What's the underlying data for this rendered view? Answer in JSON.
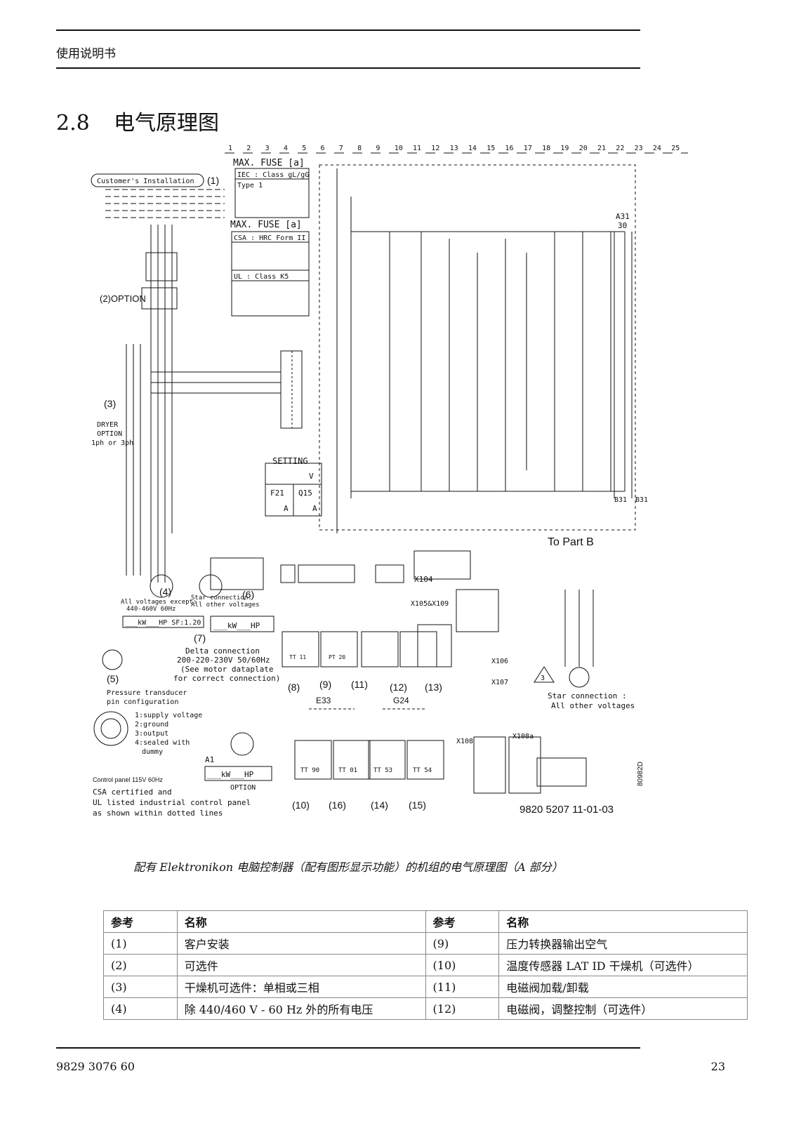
{
  "header": {
    "title": "使用说明书"
  },
  "section": {
    "number": "2.8",
    "title": "电气原理图"
  },
  "diagram": {
    "column_numbers": [
      "1",
      "2",
      "3",
      "4",
      "5",
      "6",
      "7",
      "8",
      "9",
      "10",
      "11",
      "12",
      "13",
      "14",
      "15",
      "16",
      "17",
      "18",
      "19",
      "20",
      "21",
      "22",
      "23",
      "24",
      "25"
    ],
    "max_fuse_1": "MAX. FUSE [a]",
    "iec": "IEC : Class gL/gG",
    "type1": "Type 1",
    "max_fuse_2": "MAX. FUSE [a]",
    "csa": "CSA : HRC Form II",
    "ul": "UL : Class K5",
    "customer": "Customer's Installation",
    "ref1": "(1)",
    "ref2": "(2)OPTION",
    "ref3": "(3)",
    "dryer": "DRYER",
    "option": "OPTION",
    "phase": "1ph or 3ph",
    "setting": "SETTING",
    "setting_v": "V",
    "f21": "F21",
    "q15": "Q15",
    "amp": "A",
    "to_part_b": "To Part B",
    "ref4": "(4)",
    "allvoltages": "All voltages except:",
    "allvoltages2": "440-460V 60Hz",
    "kw_hp_sf": "___kW___HP SF:1.20",
    "ref6": "(6)",
    "star": "Star connection:",
    "star2": "All other voltages",
    "m2_kw": "___kW___HP",
    "ref7": "(7)",
    "delta1": "Delta connection",
    "delta2": "200-220-230V 50/60Hz",
    "delta3": "(See motor dataplate",
    "delta4": "for correct connection)",
    "ref5": "(5)",
    "pt1": "Pressure transducer",
    "pt2": "pin configuration",
    "pin1": "1:supply voltage",
    "pin2": "2:ground",
    "pin3": "3:output",
    "pin4": "4:sealed with",
    "pin5": "dummy",
    "a1": "A1",
    "a1_kw": "___kW___HP",
    "a1_opt": "OPTION",
    "cp1": "Control panel 115V 60Hz",
    "cp2": "CSA certified and",
    "cp3": "UL listed industrial control panel",
    "cp4": "as shown within dotted lines",
    "tt11": "TT 11",
    "pt20": "PT 20",
    "ref8": "(8)",
    "ref9": "(9)",
    "ref11": "(11)",
    "ref12": "(12)",
    "ref13": "(13)",
    "e33": "E33",
    "g24": "G24",
    "tt90": "TT 90",
    "tt01": "TT 01",
    "tt53": "TT 53",
    "tt54": "TT 54",
    "ref10": "(10)",
    "ref16": "(16)",
    "ref14": "(14)",
    "ref15": "(15)",
    "x104": "X104",
    "x105_109": "X105&X109",
    "x106": "X106",
    "x107": "X107",
    "x108": "X108",
    "x108a": "X108a",
    "star_r1": "Star connection :",
    "star_r2": "All other voltages",
    "doc_code": "9820 5207 11-01-03",
    "side_code": "80982D",
    "a31": "A31",
    "a31_30": "30",
    "b31": "B31"
  },
  "caption": "配有 Elektronikon 电脑控制器（配有图形显示功能）的机组的电气原理图（A 部分）",
  "table": {
    "headers": [
      "参考",
      "名称",
      "参考",
      "名称"
    ],
    "rows": [
      [
        "(1)",
        "客户安装",
        "(9)",
        "压力转换器输出空气"
      ],
      [
        "(2)",
        "可选件",
        "(10)",
        "温度传感器 LAT ID 干燥机（可选件）"
      ],
      [
        "(3)",
        "干燥机可选件：单相或三相",
        "(11)",
        "电磁阀加载/卸载"
      ],
      [
        "(4)",
        "除 440/460 V - 60 Hz 外的所有电压",
        "(12)",
        "电磁阀，调整控制（可选件）"
      ]
    ]
  },
  "footer": {
    "doc_number": "9829 3076 60",
    "page": "23"
  }
}
